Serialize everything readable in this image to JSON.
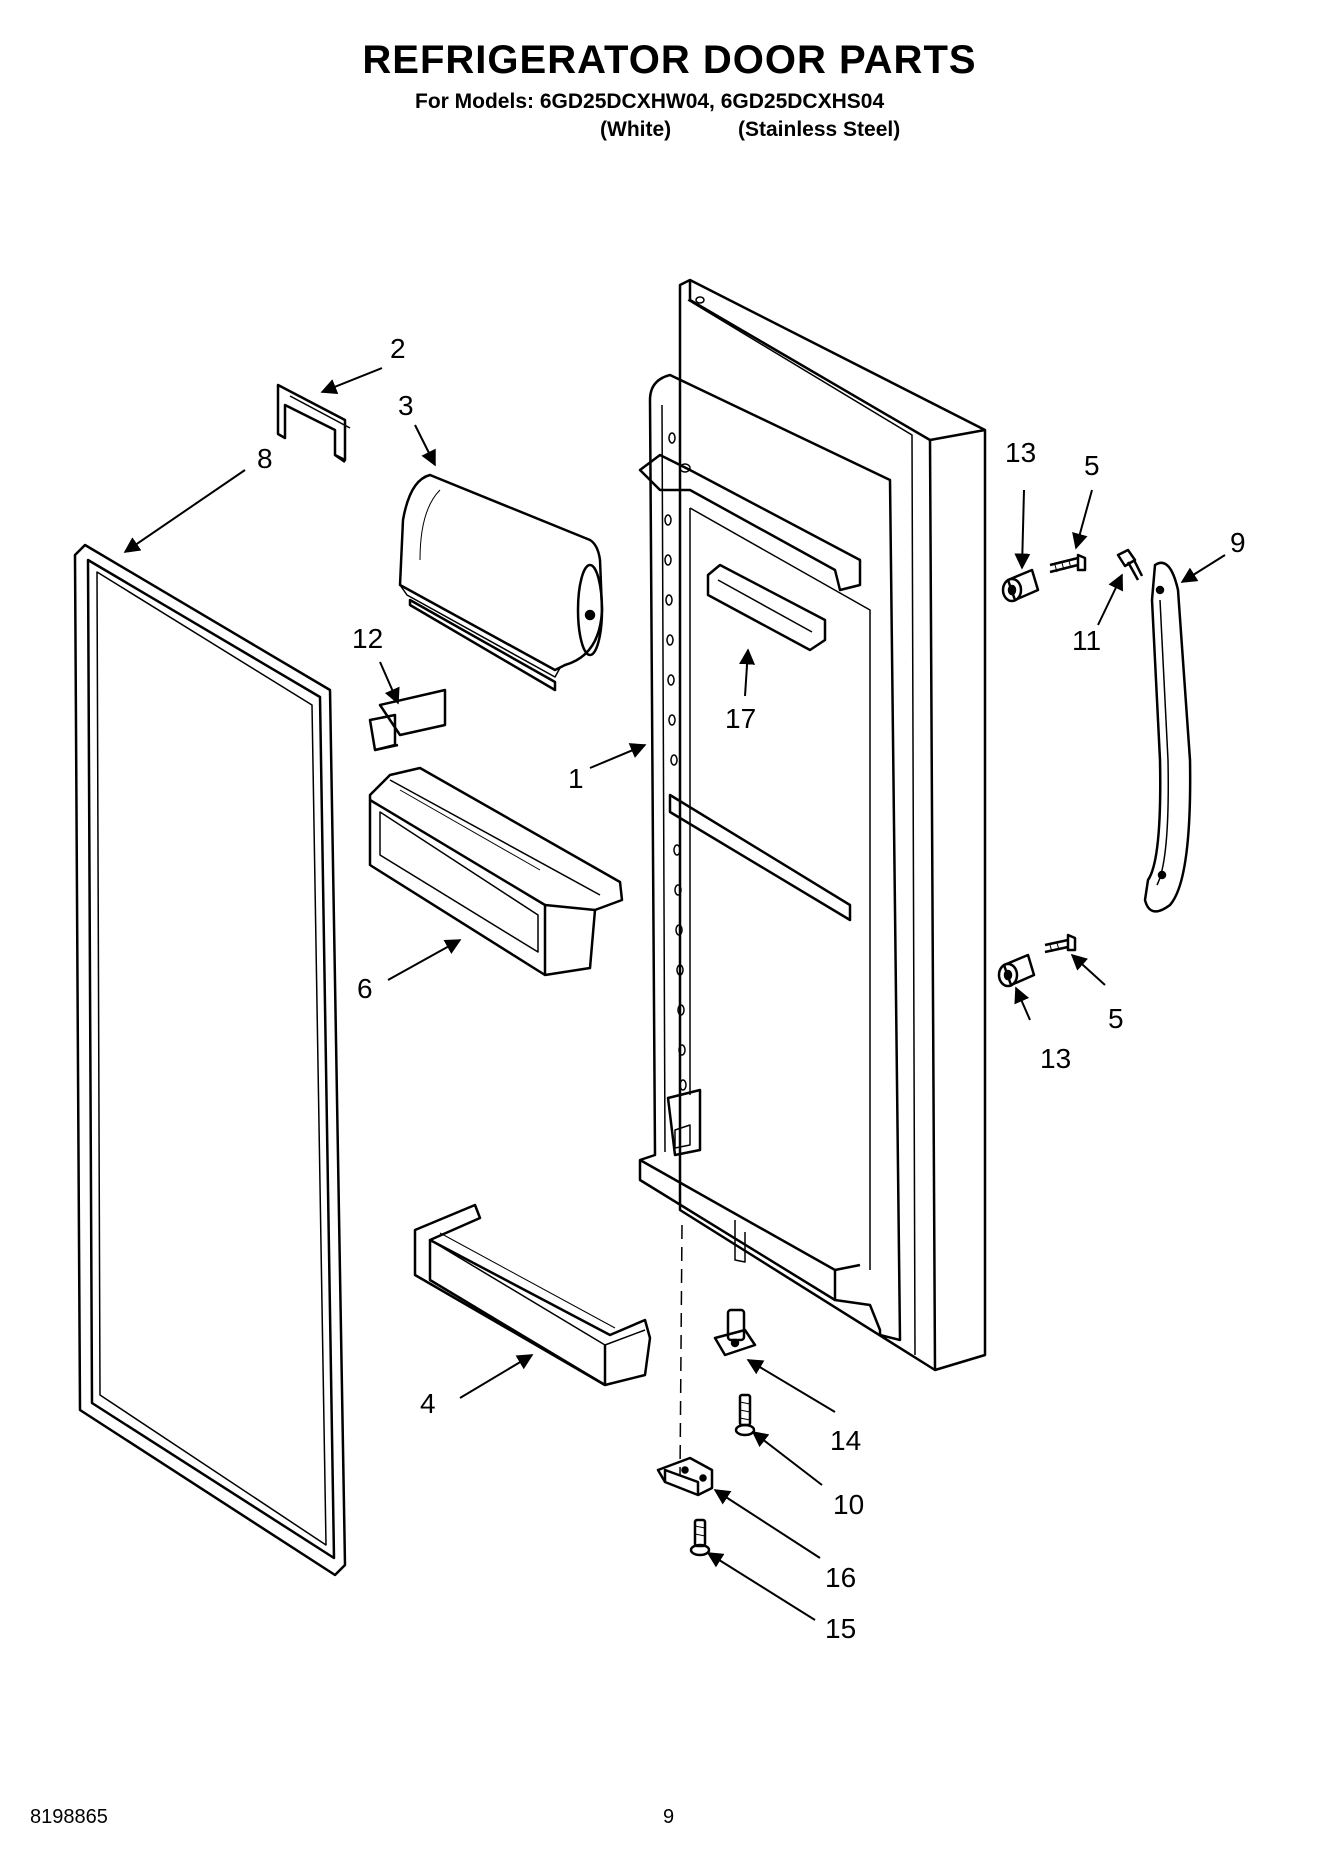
{
  "header": {
    "title": "REFRIGERATOR DOOR PARTS",
    "models_line": "For Models: 6GD25DCXHW04, 6GD25DCXHS04",
    "variant_white": "(White)",
    "variant_stainless": "(Stainless Steel)"
  },
  "callouts": {
    "c1": "1",
    "c2": "2",
    "c3": "3",
    "c4": "4",
    "c5a": "5",
    "c5b": "5",
    "c6": "6",
    "c8": "8",
    "c9": "9",
    "c10": "10",
    "c11": "11",
    "c12": "12",
    "c13a": "13",
    "c13b": "13",
    "c14": "14",
    "c15": "15",
    "c16": "16",
    "c17": "17"
  },
  "footer": {
    "doc_number": "8198865",
    "page_number": "9"
  }
}
